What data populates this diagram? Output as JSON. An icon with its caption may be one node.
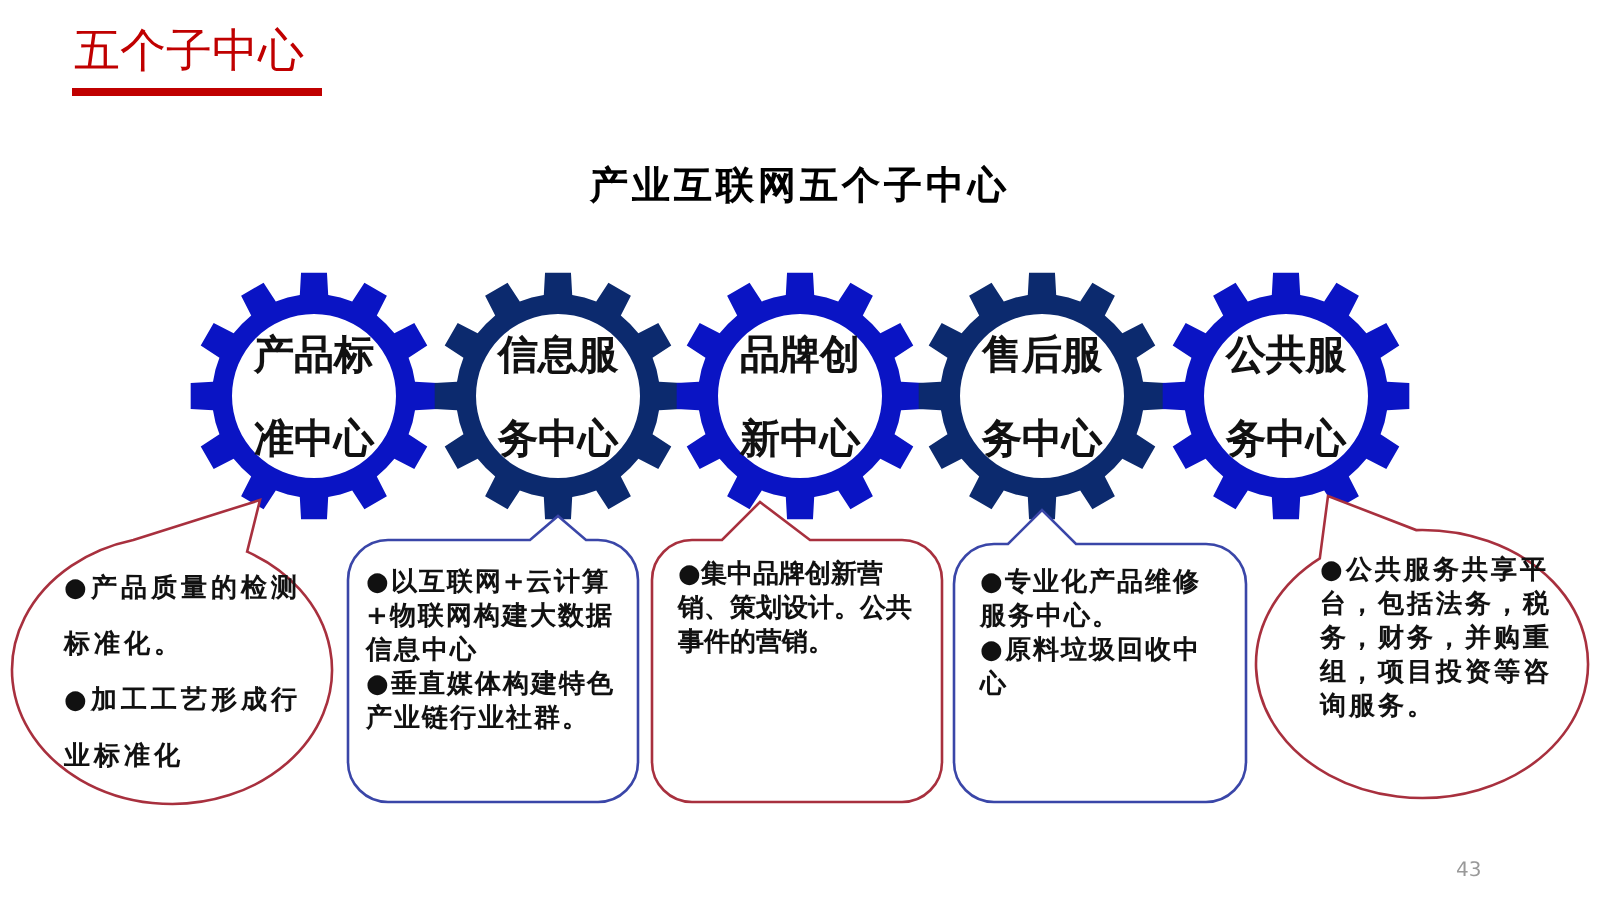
{
  "diagram": {
    "title": "产业互联网五个子中心",
    "nodes": [
      {
        "text": [
          "产品标准中心"
        ]
      },
      {
        "text": [
          "信息服务中心"
        ]
      },
      {
        "text": [
          "品牌创新中心"
        ]
      },
      {
        "text": [
          "售后服务中心"
        ]
      },
      {
        "text": [
          "公共服务中心"
        ]
      },
      {
        "text": [
          "●产品质量的检测标准化。",
          "●加工工艺形成行业标准化"
        ]
      },
      {
        "text": [
          "●以互联网+云计算+物联网构建大数据信息中心",
          "●垂直媒体构建特色产业链行业社群。"
        ]
      },
      {
        "text": [
          "●集中品牌创新营销、策划设计。公共事件的营销。"
        ]
      },
      {
        "text": [
          "●专业化产品维修服务中心。",
          "●原料垃圾回收中心"
        ]
      },
      {
        "text": [
          "●公共服务共享平台，包括法务，税务，财务，并购重组，项目投资等咨询服务。"
        ]
      }
    ],
    "labels": [
      "五个子中心",
      "43"
    ]
  }
}
